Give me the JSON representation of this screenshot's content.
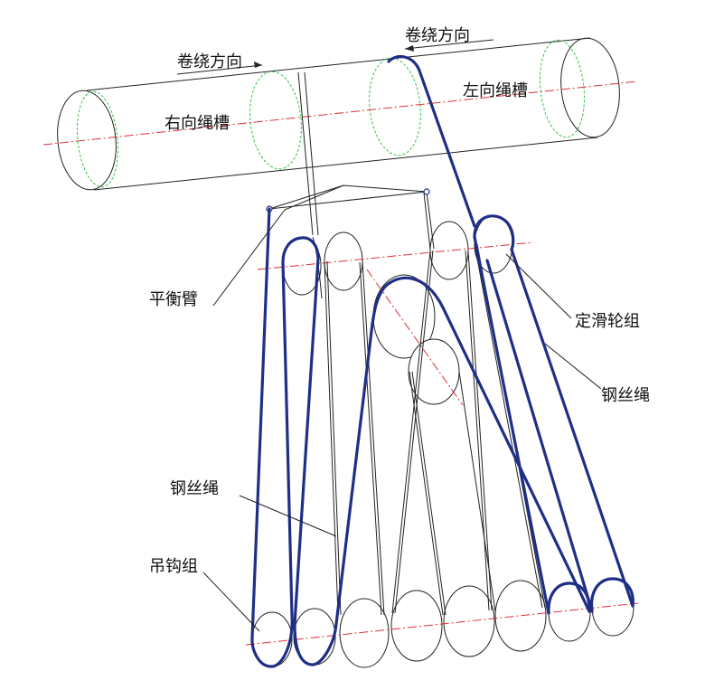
{
  "labels": {
    "winding_dir_left": "卷绕方向",
    "winding_dir_right": "卷绕方向",
    "right_groove": "右向绳槽",
    "left_groove": "左向绳槽",
    "balance_arm": "平衡臂",
    "fixed_pulley_group": "定滑轮组",
    "wire_rope_right": "钢丝绳",
    "wire_rope_left": "钢丝绳",
    "hook_group": "吊钩组"
  },
  "colors": {
    "rope_highlight": "#1f2f86",
    "center_line": "#e0303a",
    "groove_line": "#34c24a",
    "outline": "#222222"
  }
}
